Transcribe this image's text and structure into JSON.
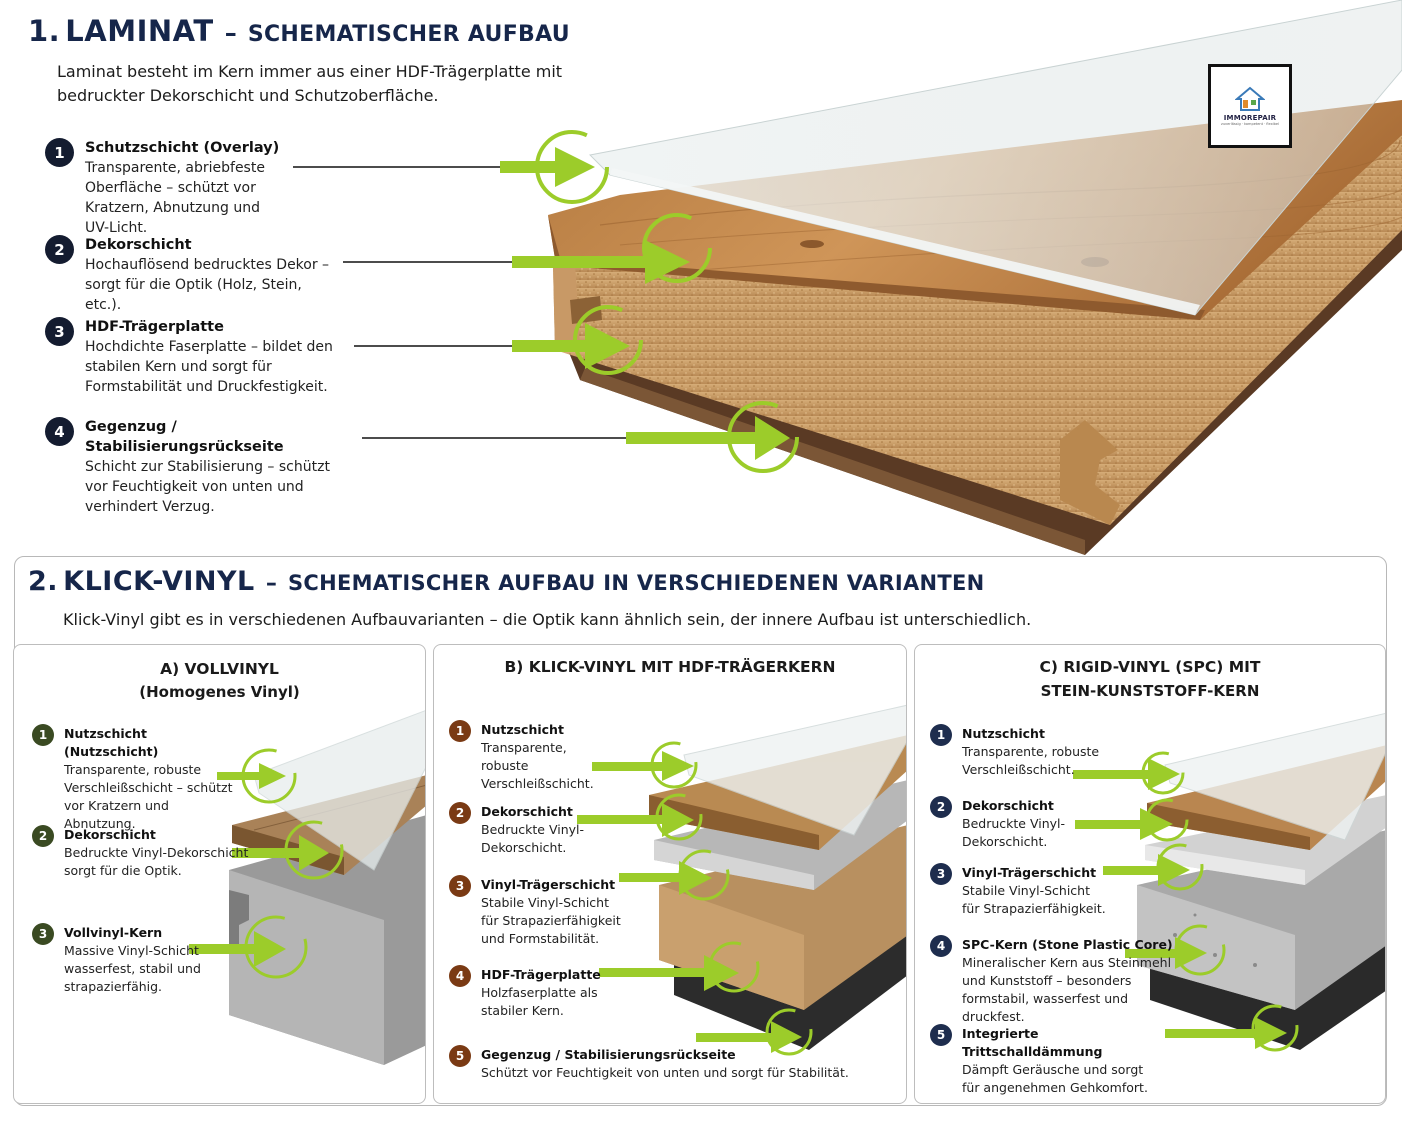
{
  "section1": {
    "number": "1.",
    "title": "LAMINAT",
    "separator": "–",
    "subtitle": "SCHEMATISCHER AUFBAU",
    "intro": "Laminat besteht im Kern immer aus einer HDF-Trägerplatte mit bedruckter Dekorschicht und Schutzoberfläche.",
    "layers": [
      {
        "num": "1",
        "title": "Schutzschicht (Overlay)",
        "desc": "Transparente, abriebfeste Oberfläche – schützt vor Kratzern, Abnutzung und UV-Licht."
      },
      {
        "num": "2",
        "title": "Dekorschicht",
        "desc": "Hochauflösend bedrucktes Dekor – sorgt für die Optik (Holz, Stein, etc.)."
      },
      {
        "num": "3",
        "title": "HDF-Trägerplatte",
        "desc": "Hochdichte Faserplatte – bildet den stabilen Kern und sorgt für Formstabilität und Druckfestigkeit."
      },
      {
        "num": "4",
        "title": "Gegenzug / Stabilisierungsrückseite",
        "desc": "Schicht zur Stabilisierung – schützt vor Feuchtigkeit von unten und verhindert Verzug."
      }
    ]
  },
  "logo": {
    "brand": "IMMOREPAIR",
    "slogan": "zuverlässig · kompetent · flexibel"
  },
  "section2": {
    "number": "2.",
    "title": "KLICK-VINYL",
    "separator": "–",
    "subtitle": "SCHEMATISCHER AUFBAU IN VERSCHIEDENEN VARIANTEN",
    "intro": "Klick-Vinyl gibt es in verschiedenen Aufbauvarianten – die Optik kann ähnlich sein, der innere Aufbau ist unterschiedlich.",
    "panels": [
      {
        "title": "A) VOLLVINYL",
        "subtitle": "(Homogenes Vinyl)",
        "layers": [
          {
            "num": "1",
            "title": "Nutzschicht (Nutzschicht)",
            "desc": "Transparente, robuste Verschleißschicht – schützt vor Kratzern und Abnutzung."
          },
          {
            "num": "2",
            "title": "Dekorschicht",
            "desc": "Bedruckte Vinyl-Dekorschicht sorgt für die Optik."
          },
          {
            "num": "3",
            "title": "Vollvinyl-Kern",
            "desc": "Massive Vinyl-Schicht wasserfest, stabil und strapazierfähig."
          }
        ]
      },
      {
        "title": "B) KLICK-VINYL MIT HDF-TRÄGERKERN",
        "layers": [
          {
            "num": "1",
            "title": "Nutzschicht",
            "desc": "Transparente, robuste Verschleißschicht."
          },
          {
            "num": "2",
            "title": "Dekorschicht",
            "desc": "Bedruckte Vinyl-Dekorschicht."
          },
          {
            "num": "3",
            "title": "Vinyl-Trägerschicht",
            "desc": "Stabile Vinyl-Schicht für Strapazierfähigkeit und Formstabilität."
          },
          {
            "num": "4",
            "title": "HDF-Trägerplatte",
            "desc": "Holzfaserplatte als stabiler Kern."
          },
          {
            "num": "5",
            "title": "Gegenzug / Stabilisierungsrückseite",
            "desc": "Schützt vor Feuchtigkeit von unten und sorgt für Stabilität."
          }
        ]
      },
      {
        "title": "C) RIGID-VINYL (SPC) MIT",
        "subtitle": "STEIN-KUNSTSTOFF-KERN",
        "layers": [
          {
            "num": "1",
            "title": "Nutzschicht",
            "desc": "Transparente, robuste Verschleißschicht."
          },
          {
            "num": "2",
            "title": "Dekorschicht",
            "desc": "Bedruckte Vinyl-Dekorschicht."
          },
          {
            "num": "3",
            "title": "Vinyl-Trägerschicht",
            "desc": "Stabile Vinyl-Schicht für Strapazierfähigkeit."
          },
          {
            "num": "4",
            "title": "SPC-Kern (Stone Plastic Core)",
            "desc": "Mineralischer Kern aus Steinmehl und Kunststoff – besonders formstabil, wasserfest und druckfest."
          },
          {
            "num": "5",
            "title": "Integrierte Trittschalldämmung",
            "desc": "Dämpft Geräusche und sorgt für angenehmen Gehkomfort."
          }
        ]
      }
    ]
  },
  "colors": {
    "heading": "#16264a",
    "arrow": "#9ccc2a",
    "badge_s1": "#141c30",
    "badge_a": "#3a4a22",
    "badge_b": "#7a3a14",
    "badge_c": "#1e2d4e",
    "oak": "#c88a4c",
    "hdf": "#c9a06b",
    "backing": "#6b4a30"
  }
}
